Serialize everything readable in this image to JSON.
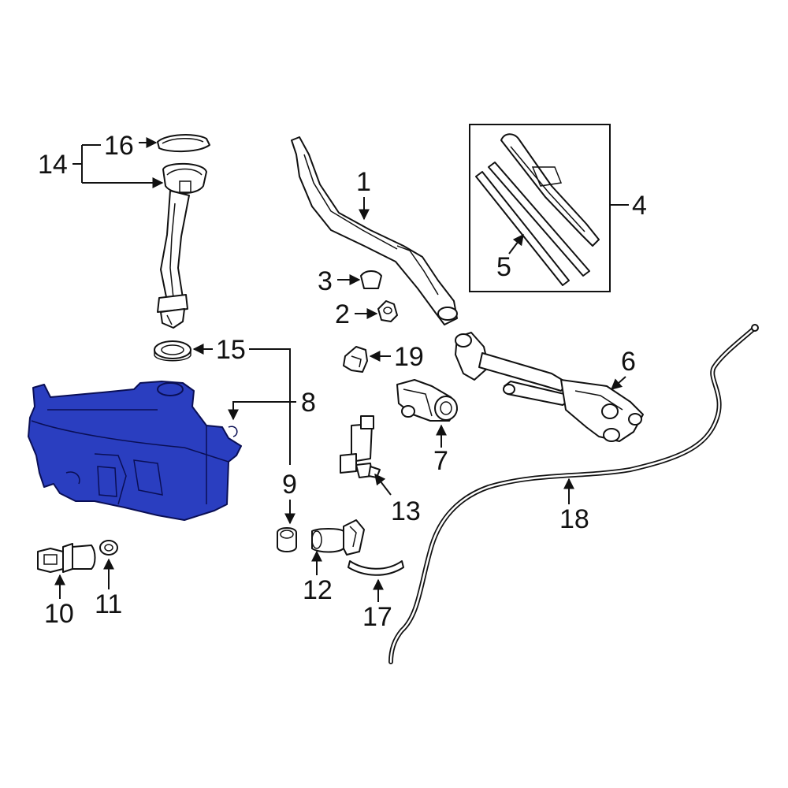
{
  "callouts": {
    "c1": "1",
    "c2": "2",
    "c3": "3",
    "c4": "4",
    "c5": "5",
    "c6": "6",
    "c7": "7",
    "c8": "8",
    "c9": "9",
    "c10": "10",
    "c11": "11",
    "c12": "12",
    "c13": "13",
    "c14": "14",
    "c15": "15",
    "c16": "16",
    "c17": "17",
    "c18": "18",
    "c19": "19"
  },
  "colors": {
    "highlight_fill": "#2a3ec0",
    "highlight_stroke": "#0a0f55",
    "line": "#111111",
    "background": "#ffffff"
  },
  "highlighted_part": "8"
}
